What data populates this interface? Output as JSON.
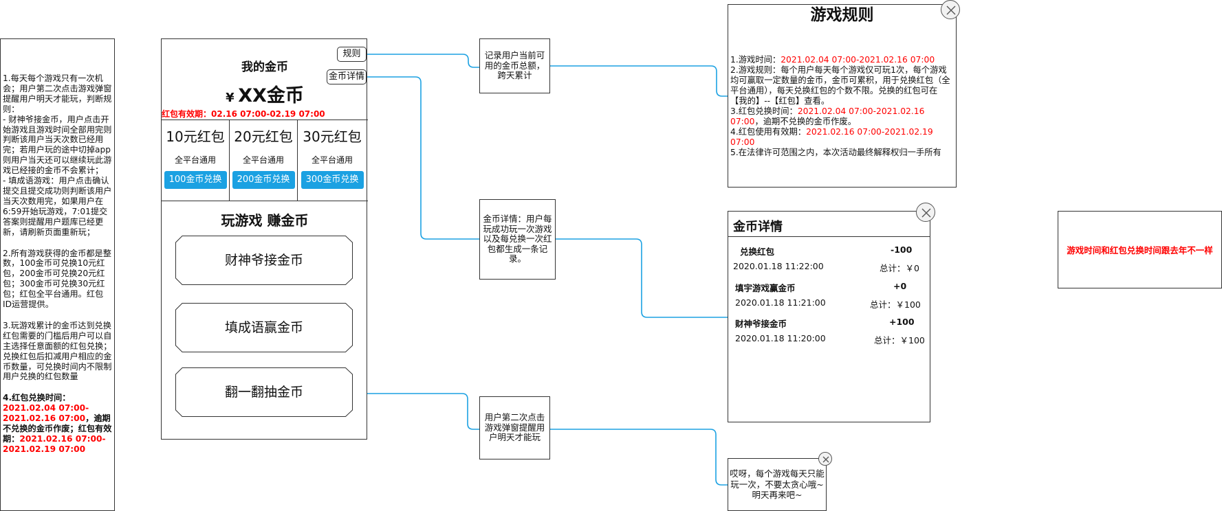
{
  "notes": {
    "p1": "1.每天每个游戏只有一次机会；用户第二次点击游戏弹窗提醒用户明天才能玩，判断规则：\n- 财神爷接金币，用户点击开始游戏且游戏时间全部用完则判断该用户当天次数已经用完；若用户玩的途中切掉app则用户当天还可以继续玩此游戏已经接的金币不会累计；\n- 填成语游戏：用户点击确认提交且提交成功则判断该用户当天次数用完，如果用户在6:59开始玩游戏，7:01提交答案则提醒用户题库已经更新，请刷新页面重新玩；",
    "p2": "2.所有游戏获得的金币都是整数，100金币可兑换10元红包，200金币可兑换20元红包；300金币可兑换30元红包；红包全平台通用。红包ID运营提供。",
    "p3": "3.玩游戏累计的金币达到兑换红包需要的门槛后用户可以自主选择任意面额的红包兑换；兑换红包后扣减用户相应的金币数量，可兑换时间内不限制用户兑换的红包数量",
    "p4_label": "4.红包兑换时间：",
    "p4_time": "2021.02.04 07:00-2021.02.16 07:00",
    "p4_mid": "，逾期不兑换的金币作废；红包有效期：",
    "p4_valid": "2021.02.16 07:00-2021.02.19 07:00"
  },
  "phone": {
    "rules_btn": "规则",
    "detail_btn": "金币详情",
    "title": "我的金币",
    "yen": "¥",
    "amount": "XX金币",
    "validity": "红包有效期：02.16 07:00-02.19 07:00",
    "coupons": [
      {
        "amount": "10元红包",
        "scope": "全平台通用",
        "btn": "100金币兑换"
      },
      {
        "amount": "20元红包",
        "scope": "全平台通用",
        "btn": "200金币兑换"
      },
      {
        "amount": "30元红包",
        "scope": "全平台通用",
        "btn": "300金币兑换"
      }
    ],
    "games_title": "玩游戏 赚金币",
    "games": [
      "财神爷接金币",
      "填成语赢金币",
      "翻一翻抽金币"
    ]
  },
  "annotations": {
    "a1": "记录用户当前可用的金币总额，跨天累计",
    "a2": "金币详情：用户每玩成功玩一次游戏以及每兑换一次红包都生成一条记录。",
    "a3": "用户第二次点击游戏弹窗提醒用户明天才能玩"
  },
  "rules": {
    "title": "游戏规则",
    "l1_label": "1.游戏时间：",
    "l1_time": "2021.02.04 07:00-2021.02.16 07:00",
    "l2": "2.游戏规则：每个用户每天每个游戏仅可玩1次，每个游戏均可赢取一定数量的金币，金币可累积，用于兑换红包（全平台通用），每天兑换红包的个数不限。兑换的红包可在【我的】--【红包】查看。",
    "l3_label": "3.红包兑换时间：",
    "l3_time": "2021.02.04 07:00-2021.02.16 07:00",
    "l3_tail": "，逾期不兑换的金币作废。",
    "l4_label": "4.红包使用有效期：",
    "l4_time": "2021.02.16 07:00-2021.02.19 07:00",
    "l5": "5.在法律许可范围之内，本次活动最终解释权归一手所有"
  },
  "coins": {
    "title": "金币详情",
    "rows": [
      {
        "name": "兑换红包",
        "delta": "-100",
        "date": "2020.01.18 11:22:00",
        "total": "总计：￥0"
      },
      {
        "name": "填宇游戏赢金币",
        "delta": "+0",
        "date": "2020.01.18 11:21:00",
        "total": "总计：￥100"
      },
      {
        "name": "财神爷接金币",
        "delta": "+100",
        "date": "2020.01.18 11:20:00",
        "total": "总计：￥100"
      }
    ]
  },
  "toast": "哎呀，每个游戏每天只能玩一次，不要太贪心哦~明天再来吧~",
  "banner": "游戏时间和红包兑换时间跟去年不一样",
  "colors": {
    "connector": "#1ba1e2",
    "button": "#1ba1e2",
    "highlight": "#ff0000"
  }
}
